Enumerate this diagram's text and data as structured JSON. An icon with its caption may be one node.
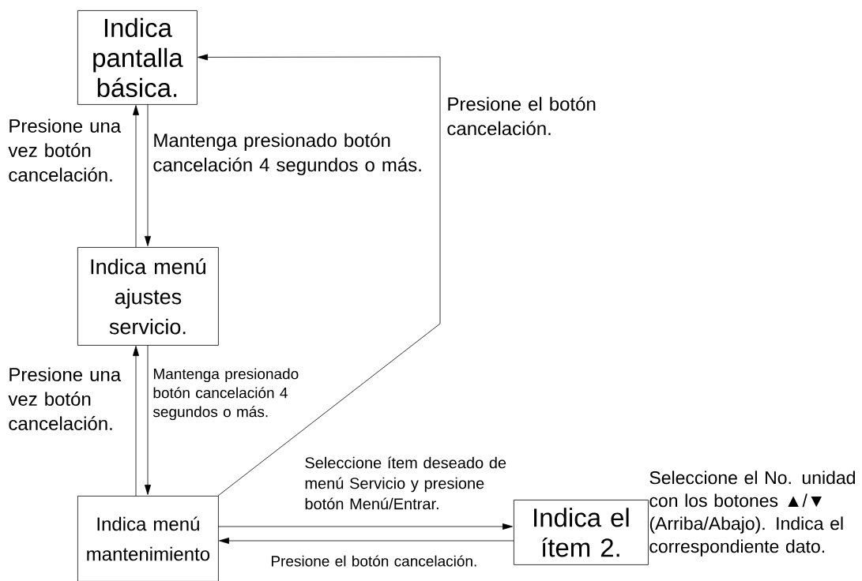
{
  "diagram": {
    "nodes": [
      {
        "text": [
          "Indica pantalla básica."
        ]
      },
      {
        "text": [
          "Indica menú ajustes servicio."
        ]
      },
      {
        "text": [
          "Indica menú mantenimiento"
        ]
      },
      {
        "text": [
          "Indica el ítem 2."
        ],
        "beside": [
          "Seleccione el No. unidad con los botones ▲/▼ (Arriba/Abajo). Indica el correspondiente dato."
        ]
      }
    ],
    "edges": [
      {
        "from": 1,
        "to": 0,
        "arrow": "to",
        "label": "Presione una vez botón cancelación."
      },
      {
        "from": 0,
        "to": 1,
        "arrow": "to",
        "label": "Mantenga presionado botón cancelación 4 segundos o más."
      },
      {
        "from": 2,
        "to": 1,
        "arrow": "to",
        "label": "Presione una vez botón cancelación."
      },
      {
        "from": 1,
        "to": 2,
        "arrow": "to",
        "label": "Mantenga presionado botón cancelación 4 segundos o más."
      },
      {
        "from": 2,
        "to": 0,
        "arrow": "to",
        "label": "Presione el botón cancelación."
      },
      {
        "from": 2,
        "to": 3,
        "arrow": "to",
        "label": "Seleccione ítem deseado de menú Servicio y presione botón Menú/Entrar."
      },
      {
        "from": 3,
        "to": 2,
        "arrow": "to",
        "label": "Presione el botón cancelación."
      }
    ]
  }
}
